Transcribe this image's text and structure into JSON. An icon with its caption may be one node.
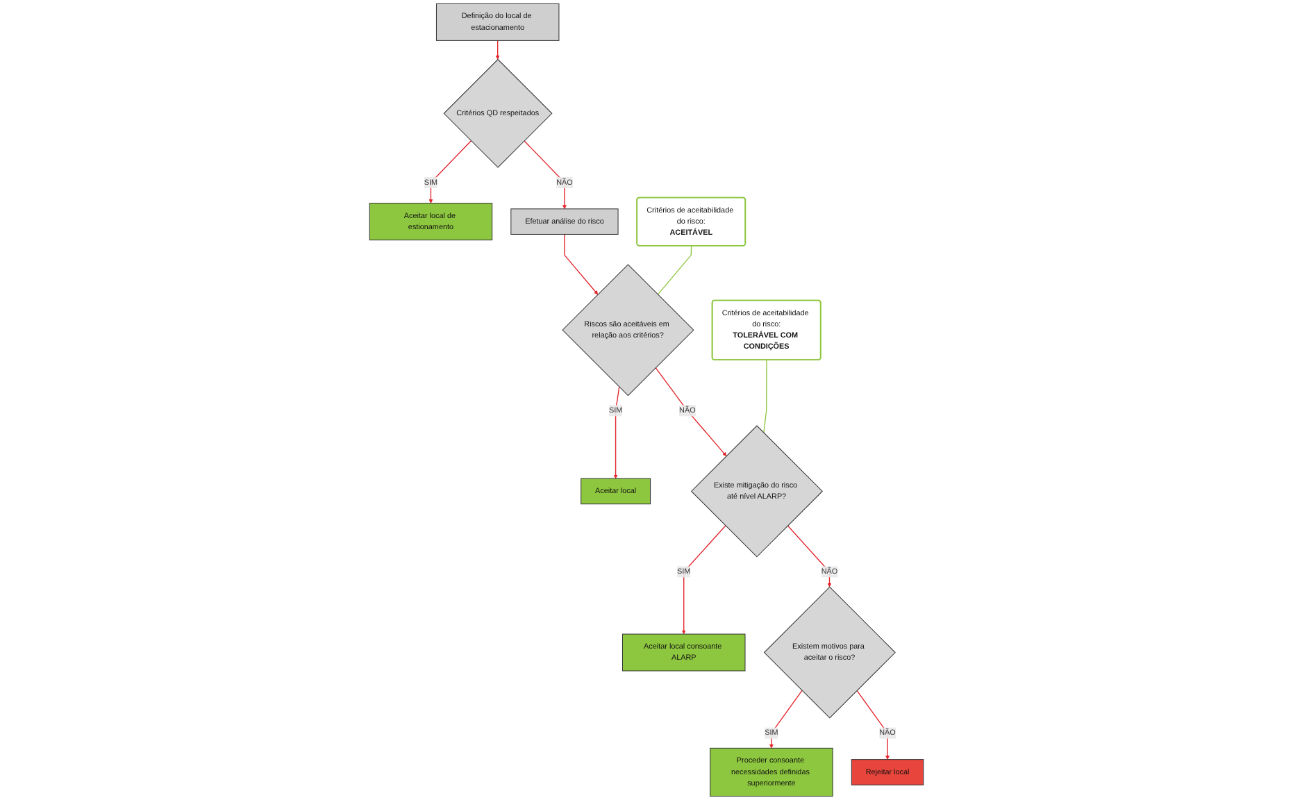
{
  "diagram": {
    "nodes": [
      {
        "text": [
          "Definição do local de estacionamento"
        ]
      },
      {
        "text": [
          "Critérios QD respeitados"
        ]
      },
      {
        "text": [
          "Aceitar local de estionamento"
        ]
      },
      {
        "text": [
          "Efetuar análise do risco"
        ]
      },
      {
        "text": [
          "Riscos são aceitáveis em relação aos critérios?"
        ]
      },
      {
        "text": [
          "Aceitar local"
        ]
      },
      {
        "text": [
          "Critérios de aceitabilidade do risco:",
          "ACEITÁVEL"
        ]
      },
      {
        "text": [
          "Existe mitigação do risco até nível ALARP?"
        ]
      },
      {
        "text": [
          "Aceitar local consoante ALARP"
        ]
      },
      {
        "text": [
          "Critérios de aceitabilidade do risco:",
          "TOLERÁVEL COM CONDIÇÕES"
        ]
      },
      {
        "text": [
          "Existem motivos para aceitar o risco?"
        ]
      },
      {
        "text": [
          "Proceder consoante necessidades definidas superiormente"
        ]
      },
      {
        "text": [
          "Rejeitar local"
        ]
      }
    ],
    "edges": [
      {
        "from": 0,
        "to": 1,
        "arrow": "to"
      },
      {
        "from": 1,
        "to": 2,
        "arrow": "to",
        "label": "SIM"
      },
      {
        "from": 1,
        "to": 3,
        "arrow": "to",
        "label": "NÃO"
      },
      {
        "from": 3,
        "to": 4,
        "arrow": "to"
      },
      {
        "from": 4,
        "to": 5,
        "arrow": "to",
        "label": "SIM"
      },
      {
        "from": 6,
        "to": 4,
        "arrow": "none",
        "color": "#8dc63f"
      },
      {
        "from": 4,
        "to": 7,
        "arrow": "to",
        "label": "NÃO"
      },
      {
        "from": 7,
        "to": 8,
        "arrow": "to",
        "label": "SIM"
      },
      {
        "from": 9,
        "to": 7,
        "arrow": "none",
        "color": "#8dc63f"
      },
      {
        "from": 7,
        "to": 10,
        "arrow": "to",
        "label": "NÃO"
      },
      {
        "from": 10,
        "to": 11,
        "arrow": "to",
        "label": "SIM"
      },
      {
        "from": 10,
        "to": 12,
        "arrow": "to",
        "label": "NÃO"
      }
    ]
  }
}
